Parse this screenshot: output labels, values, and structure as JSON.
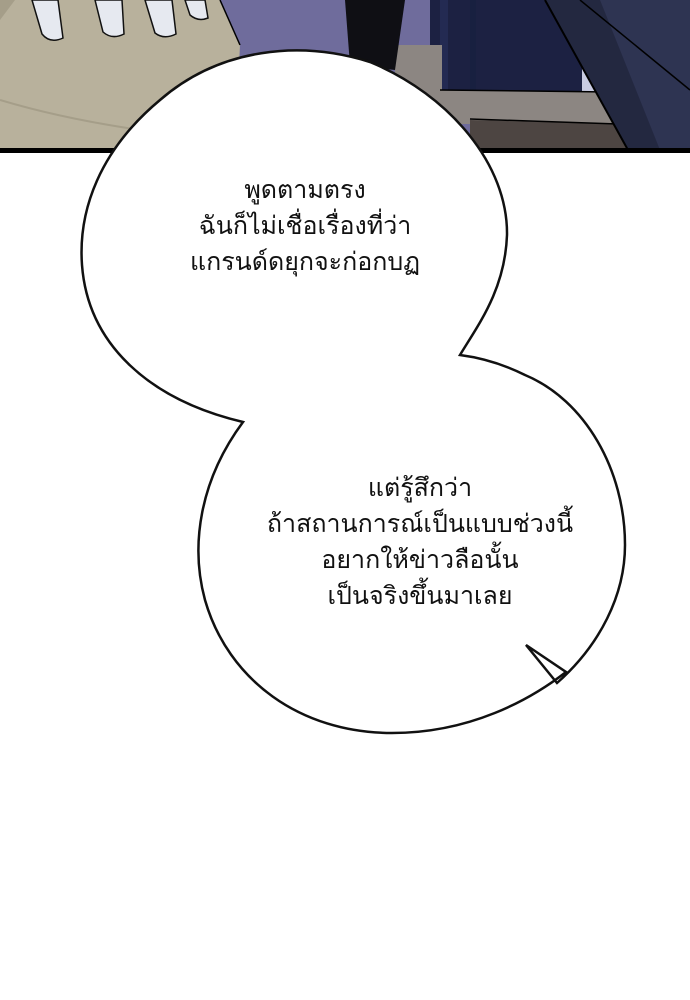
{
  "panel": {
    "description": "Manga panel: hand resting on beige cloth, dark navy curtain and grey wall in background",
    "colors": {
      "cloth": "#b8b19c",
      "cloth_shadow": "#a59e89",
      "hand": "#e6e9f0",
      "purple_bg": "#6f6c9c",
      "curtain": "#1c2142",
      "wall": "#8c8682",
      "wall_dark": "#4d4542",
      "coat": "#232840",
      "border": "#000000"
    }
  },
  "bubbles": [
    {
      "id": "top",
      "lines": [
        "พูดตามตรง",
        "ฉันก็ไม่เชื่อเรื่องที่ว่า",
        "แกรนด์ดยุกจะก่อกบฏ"
      ]
    },
    {
      "id": "bottom",
      "lines": [
        "แต่รู้สึกว่า",
        "ถ้าสถานการณ์เป็นแบบช่วงนี้",
        "อยากให้ข่าวลือนั้น",
        "เป็นจริงขึ้นมาเลย"
      ]
    }
  ],
  "style": {
    "bubble_fill": "#ffffff",
    "bubble_stroke": "#111111",
    "text_color": "#111111",
    "page_bg": "#ffffff"
  }
}
